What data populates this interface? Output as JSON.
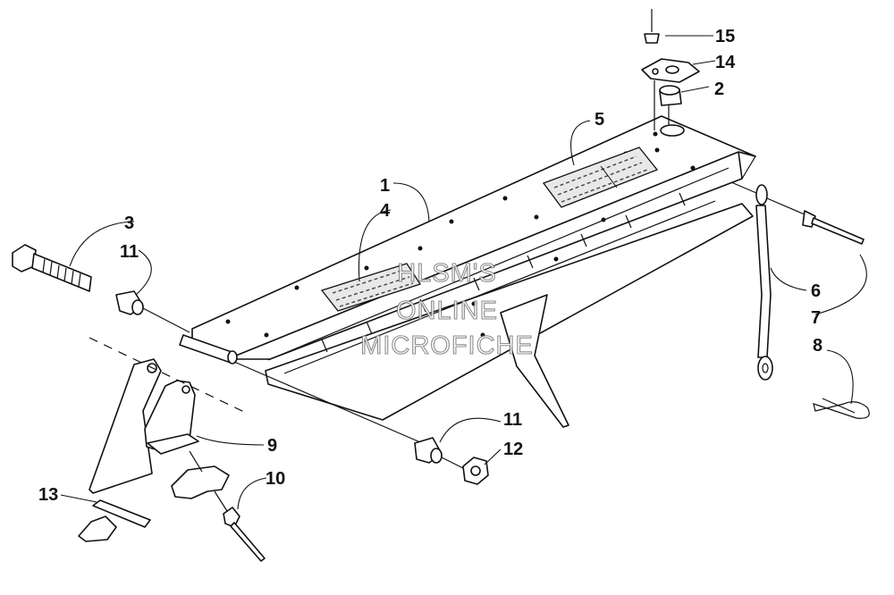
{
  "callouts": [
    {
      "id": "c1",
      "text": "1"
    },
    {
      "id": "c2",
      "text": "2"
    },
    {
      "id": "c3",
      "text": "3"
    },
    {
      "id": "c4",
      "text": "4"
    },
    {
      "id": "c5",
      "text": "5"
    },
    {
      "id": "c6",
      "text": "6"
    },
    {
      "id": "c7",
      "text": "7"
    },
    {
      "id": "c8",
      "text": "8"
    },
    {
      "id": "c9",
      "text": "9"
    },
    {
      "id": "c10",
      "text": "10"
    },
    {
      "id": "c11a",
      "text": "11"
    },
    {
      "id": "c11b",
      "text": "11"
    },
    {
      "id": "c12",
      "text": "12"
    },
    {
      "id": "c13",
      "text": "13"
    },
    {
      "id": "c14",
      "text": "14"
    },
    {
      "id": "c15",
      "text": "15"
    }
  ],
  "watermark": {
    "line1": "HLSM'S",
    "line2": "ONLINE",
    "line3": "MICROFICHE"
  }
}
